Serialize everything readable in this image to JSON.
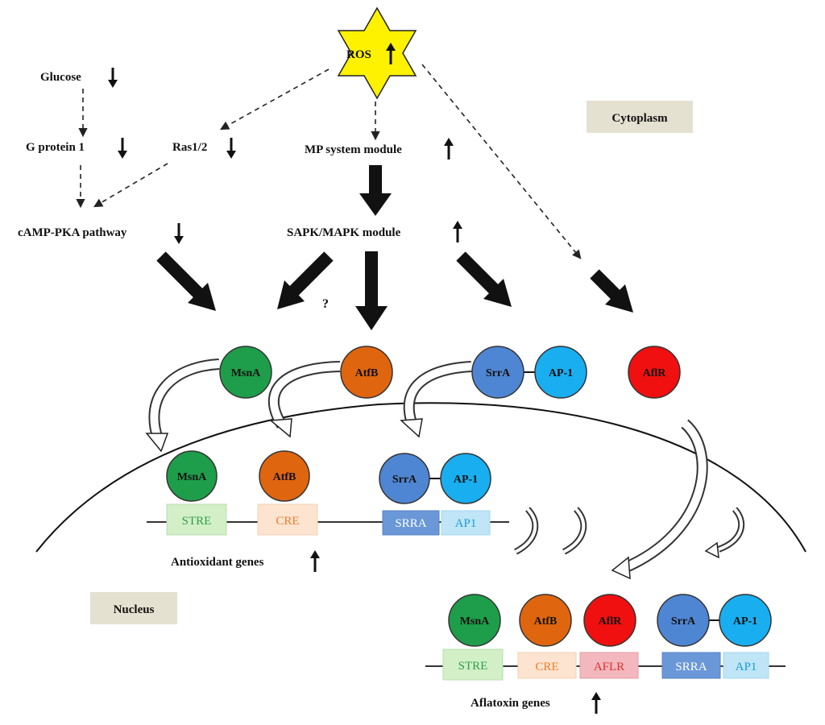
{
  "ros": {
    "label": "ROS",
    "arrow": "up"
  },
  "labels": {
    "glucose": "Glucose",
    "gprotein": "G protein 1",
    "ras": "Ras1/2",
    "mp": "MP system module",
    "camp": "cAMP-PKA pathway",
    "sapk": "SAPK/MAPK module",
    "question": "?",
    "antioxidant": "Antioxidant genes",
    "aflatoxin": "Aflatoxin genes"
  },
  "tags": {
    "cytoplasm": "Cytoplasm",
    "nucleus": "Nucleus"
  },
  "proteins": {
    "msna": "MsnA",
    "atfb": "AtfB",
    "srra": "SrrA",
    "ap1": "AP-1",
    "aflr": "AflR"
  },
  "elements": {
    "stre": "STRE",
    "cre": "CRE",
    "srra": "SRRA",
    "ap1": "AP1",
    "aflr": "AFLR"
  },
  "colors": {
    "msna": "#1e9e4a",
    "atfb": "#e0650f",
    "srra": "#4f86d3",
    "ap1": "#19aef0",
    "aflr": "#f01010",
    "stre_bg": "#d2efc8",
    "stre_fg": "#2ea043",
    "cre_bg": "#fde4d0",
    "cre_fg": "#f07b2a",
    "srra_bg": "#6a97d8",
    "srra_fg": "#ffffff",
    "ap1_bg": "#bfe5f7",
    "ap1_fg": "#1a9ad6",
    "aflr_bg": "#f2b8bd",
    "aflr_fg": "#e03030",
    "tag_bg": "#e5e1d0",
    "ros_fill": "#fff200"
  }
}
